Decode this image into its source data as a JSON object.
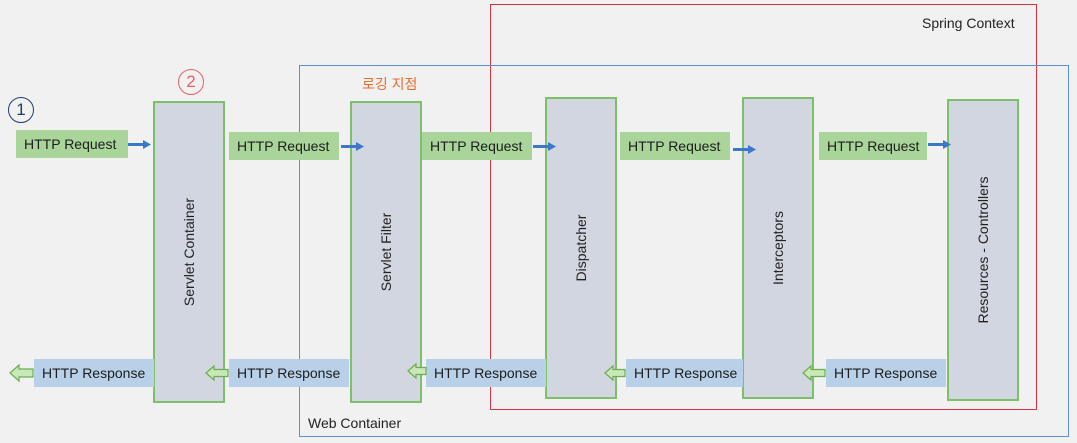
{
  "frames": {
    "spring_context": "Spring Context",
    "web_container": "Web Container"
  },
  "annotation": {
    "logging_point": "로깅 지점"
  },
  "badges": {
    "one": "1",
    "two": "2"
  },
  "columns": {
    "servlet_container": "Servlet Container",
    "servlet_filter": "Servlet Filter",
    "dispatcher": "Dispatcher",
    "interceptors": "Interceptors",
    "resources_controllers": "Resources - Controllers"
  },
  "request_label": "HTTP Request",
  "response_label": "HTTP Response",
  "colors": {
    "spring_context_border": "#d0343f",
    "web_container_border": "#5b8fd8",
    "column_border": "#7cc16a",
    "request_arrow": "#3b78c8",
    "response_arrow_fill": "#c9e8b8",
    "response_arrow_stroke": "#6cae4f",
    "badge_one": "#1f3f6e",
    "badge_two": "#e8616a",
    "annotation": "#e76c2b"
  }
}
